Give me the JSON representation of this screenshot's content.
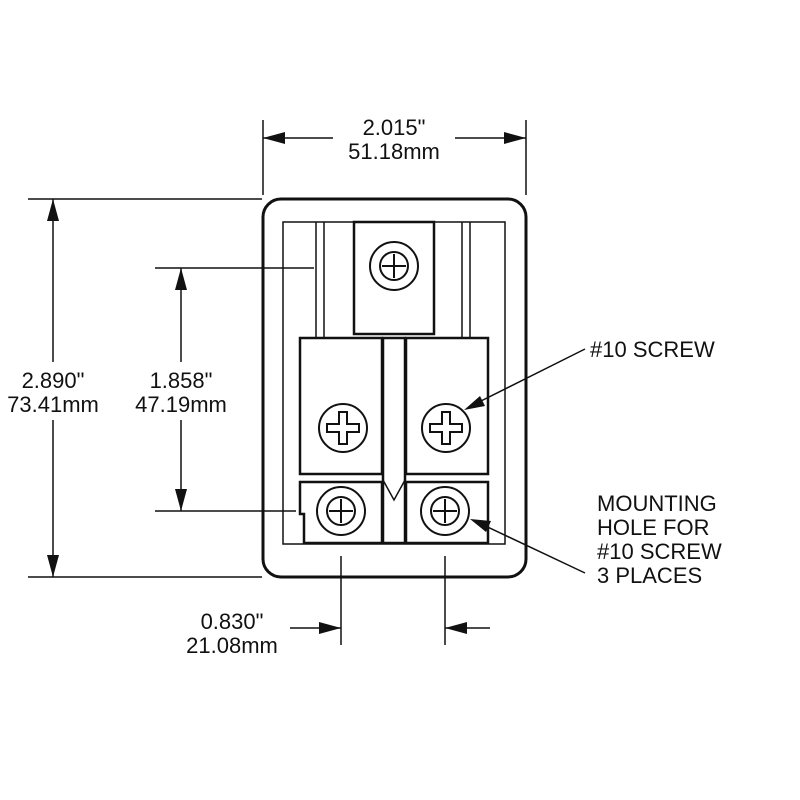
{
  "dimensions": {
    "width": {
      "inches": "2.015\"",
      "mm": "51.18mm"
    },
    "height": {
      "inches": "2.890\"",
      "mm": "73.41mm"
    },
    "hole_spacing_vertical": {
      "inches": "1.858\"",
      "mm": "47.19mm"
    },
    "hole_spacing_horizontal": {
      "inches": "0.830\"",
      "mm": "21.08mm"
    }
  },
  "callouts": {
    "screw": "#10 SCREW",
    "mounting_hole": [
      "MOUNTING",
      "HOLE FOR",
      "#10 SCREW",
      "3 PLACES"
    ]
  }
}
